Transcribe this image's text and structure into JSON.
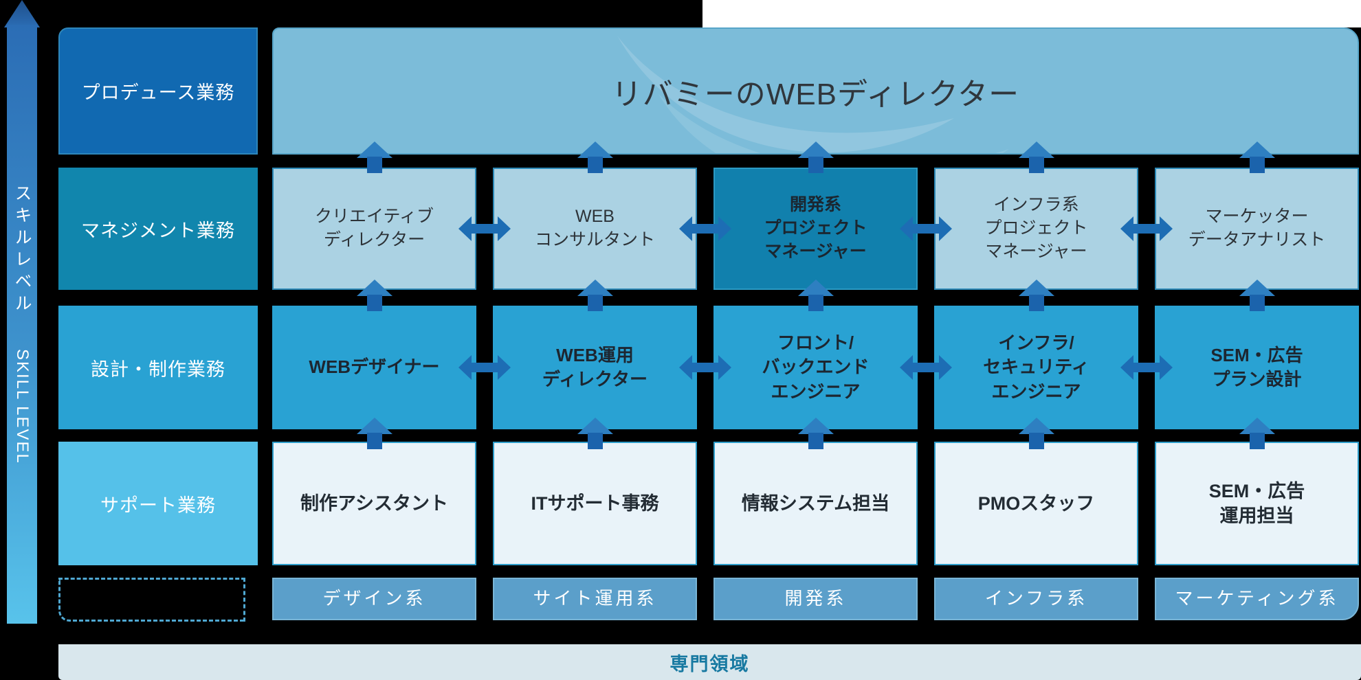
{
  "axis": {
    "label_ja": "スキルレベル",
    "label_en": "SKILL LEVEL"
  },
  "banner": {
    "title": "リバミーのWEBディレクター"
  },
  "rows": [
    {
      "label": "プロデュース業務",
      "boxes": []
    },
    {
      "label": "マネジメント業務",
      "boxes": [
        "クリエイティブ\nディレクター",
        "WEB\nコンサルタント",
        "開発系\nプロジェクト\nマネージャー",
        "インフラ系\nプロジェクト\nマネージャー",
        "マーケッター\nデータアナリスト"
      ]
    },
    {
      "label": "設計・制作業務",
      "boxes": [
        "WEBデザイナー",
        "WEB運用\nディレクター",
        "フロント/\nバックエンド\nエンジニア",
        "インフラ/\nセキュリティ\nエンジニア",
        "SEM・広告\nプラン設計"
      ]
    },
    {
      "label": "サポート業務",
      "boxes": [
        "制作アシスタント",
        "ITサポート事務",
        "情報システム担当",
        "PMOスタッフ",
        "SEM・広告\n運用担当"
      ]
    }
  ],
  "categories": [
    "デザイン系",
    "サイト運用系",
    "開発系",
    "インフラ系",
    "マーケティング系"
  ],
  "footer": {
    "title": "専門領域"
  },
  "colors": {
    "background": "#000000",
    "banner_fill": "#7cbcd9",
    "row1_label": "#1169b1",
    "row2_label": "#1186ad",
    "row3_label": "#29a2d3",
    "row4_label": "#55c1e9",
    "box_light": "#abd2e3",
    "box_dark_highlight": "#1180ad",
    "box_mid": "#29a2d3",
    "box_pale": "#e9f3f9",
    "category_fill": "#5b9fca",
    "footer_fill": "#d9e7ed",
    "footer_text": "#1779a1",
    "arrow_blue": "#1d6db4",
    "axis_gradient_top": "#2b6db5",
    "axis_gradient_bottom": "#58c3eb"
  }
}
